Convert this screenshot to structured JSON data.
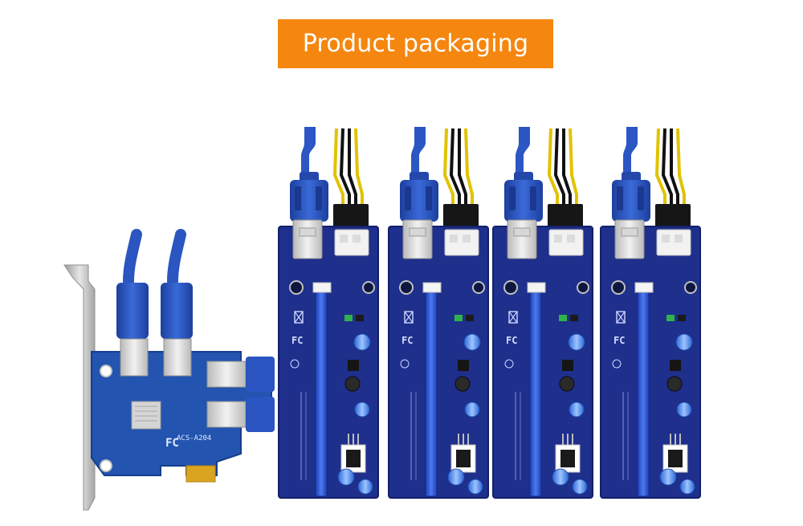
{
  "banner": {
    "title": "Product packaging"
  },
  "adapter_card": {
    "model_label": "ACS-A204",
    "fc_mark": "FC"
  },
  "riser_cards": [
    {
      "id": "riser-1"
    },
    {
      "id": "riser-2"
    },
    {
      "id": "riser-3"
    },
    {
      "id": "riser-4"
    }
  ],
  "colors": {
    "banner": "#f5860f",
    "pcb_blue": "#1e2f8c",
    "usb_blue": "#2b55c0",
    "bracket": "#c8c8c8",
    "gold": "#d9a420"
  }
}
